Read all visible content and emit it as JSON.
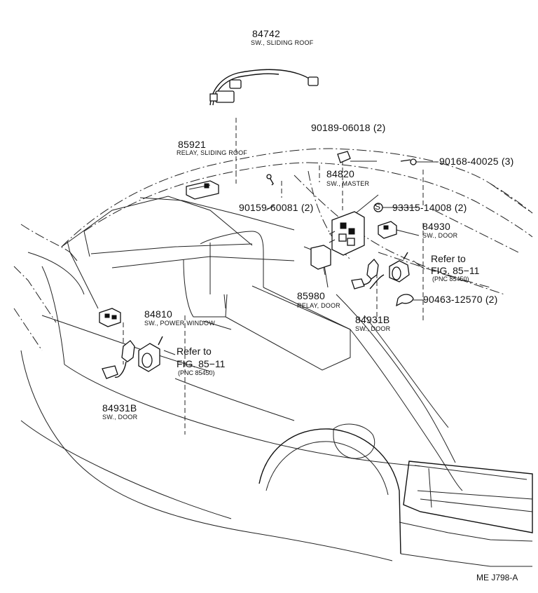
{
  "parts": {
    "sliding_roof_switch": {
      "number": "84742",
      "desc": "SW., SLIDING ROOF"
    },
    "sliding_roof_relay": {
      "number": "85921",
      "desc": "RELAY, SLIDING ROOF"
    },
    "screw_a": {
      "number": "90189-06018 (2)"
    },
    "screw_b": {
      "number": "90168-40025 (3)"
    },
    "master_switch": {
      "number": "84820",
      "desc": "SW., MASTER"
    },
    "bolt": {
      "number": "90159-60081 (2)"
    },
    "s_part": {
      "marker": "S",
      "number": "93315-14008 (2)"
    },
    "door_switch_right": {
      "number": "84930",
      "desc": "SW., DOOR"
    },
    "ref_right": {
      "line1": "Refer to",
      "line2": "FIG. 85−11",
      "pnc": "(PNC 85450)"
    },
    "clip": {
      "number": "90463-12570 (2)"
    },
    "door_relay": {
      "number": "85980",
      "desc": "RELAY, DOOR"
    },
    "door_switch_b_right": {
      "number": "84931B",
      "desc": "SW., DOOR"
    },
    "power_window_switch": {
      "number": "84810",
      "desc": "SW., POWER WINDOW"
    },
    "ref_left": {
      "line1": "Refer to",
      "line2": "FIG. 85−11",
      "pnc": "(PNC 85450)"
    },
    "door_switch_b_left": {
      "number": "84931B",
      "desc": "SW., DOOR"
    }
  },
  "figure_code": "ME J798-A"
}
